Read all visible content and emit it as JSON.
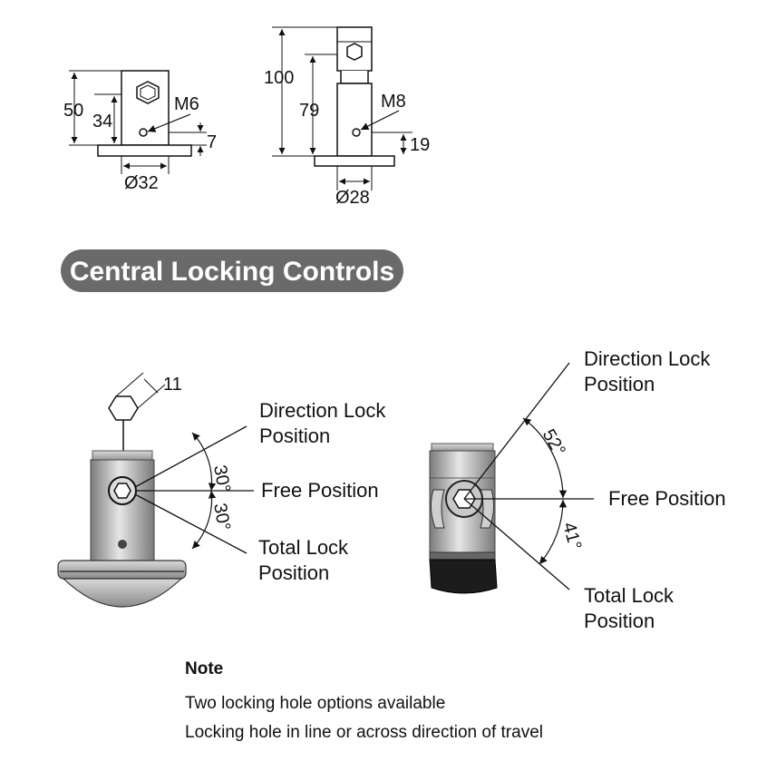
{
  "dimensions_left": {
    "height_total": "50",
    "height_hole": "34",
    "thread": "M6",
    "offset": "7",
    "diameter": "Ø32"
  },
  "dimensions_right": {
    "height_total": "100",
    "height_mid": "79",
    "thread": "M8",
    "offset": "19",
    "diameter": "Ø28"
  },
  "banner": {
    "title": "Central Locking Controls"
  },
  "left_detail": {
    "hex_size": "11",
    "direction_lock": [
      "Direction Lock",
      "Position"
    ],
    "free": "Free Position",
    "total_lock": [
      "Total Lock",
      "Position"
    ],
    "angle_top": "30°",
    "angle_bottom": "30°"
  },
  "right_detail": {
    "direction_lock": [
      "Direction Lock",
      "Position"
    ],
    "free": "Free Position",
    "total_lock": [
      "Total Lock",
      "Position"
    ],
    "angle_top": "52°",
    "angle_bottom": "41°"
  },
  "note": {
    "title": "Note",
    "lines": [
      "Two locking hole options available",
      "Locking hole in line or across direction of travel"
    ]
  },
  "colors": {
    "banner": "#6a6a6a",
    "metal": "#b8b8b8",
    "dark_base": "#1c1c1c"
  }
}
